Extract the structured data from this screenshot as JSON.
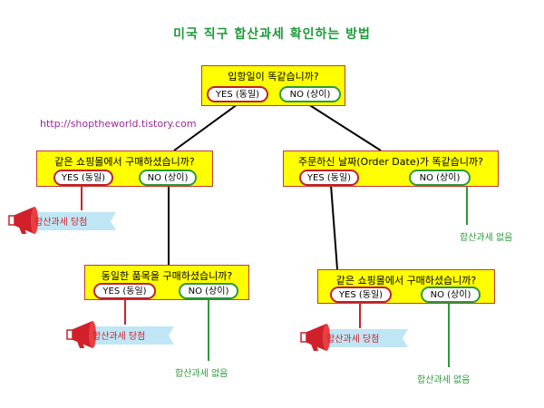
{
  "title": "미국 직구 합산과세 확인하는 방법",
  "url": "http://shoptheworld.tistory.com",
  "nodes": {
    "q1": {
      "question": "입항일이 똑같습니까?",
      "yes": "YES (동일)",
      "no": "NO (상이)"
    },
    "q2": {
      "question": "같은 쇼핑몰에서 구매하셨습니까?",
      "yes": "YES (동일)",
      "no": "NO (상이)"
    },
    "q3": {
      "question": "주문하신 날짜(Order Date)가 똑같습니까?",
      "yes": "YES (동일)",
      "no": "NO (상이)"
    },
    "q4": {
      "question": "동일한 품목을 구매하셨습니까?",
      "yes": "YES (동일)",
      "no": "NO (상이)"
    },
    "q5": {
      "question": "같은 쇼핑몰에서 구매하셨습니까?",
      "yes": "YES (동일)",
      "no": "NO (상이)"
    }
  },
  "outcomes": {
    "taxed": "합산과세 당첨",
    "not_taxed": "합산과세 없음"
  },
  "colors": {
    "title": "#1f9a3a",
    "box_fill": "#ffff00",
    "box_border": "#c23a2a",
    "yes_border": "#c0202a",
    "no_border": "#2a9a3a",
    "taxed_text": "#d0202a",
    "not_taxed_text": "#2a9a3a",
    "megaphone": "#d0202a",
    "ribbon": "#bfe6f5"
  }
}
